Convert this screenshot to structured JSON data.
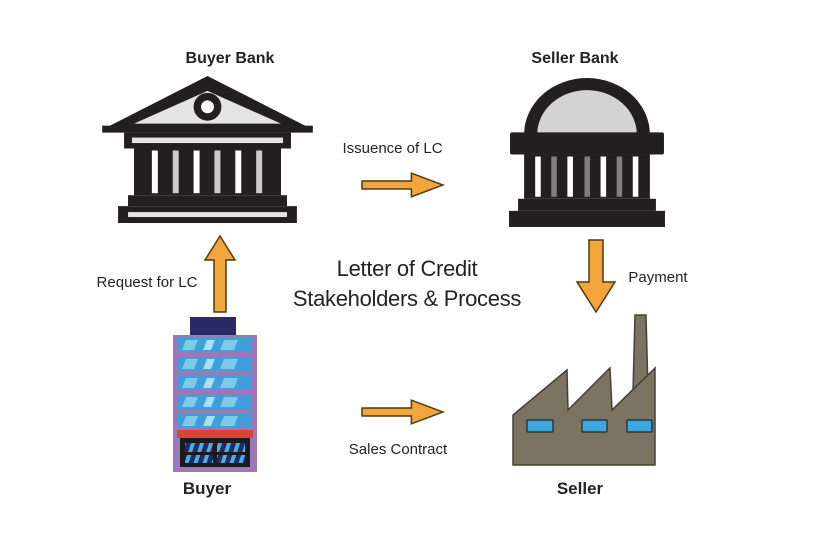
{
  "diagram": {
    "title": {
      "line1": "Letter of Credit",
      "line2": "Stakeholders & Process"
    },
    "nodes": {
      "buyer_bank": {
        "label": "Buyer Bank",
        "icon": "bank-pediment-icon"
      },
      "seller_bank": {
        "label": "Seller Bank",
        "icon": "bank-dome-icon"
      },
      "buyer": {
        "label": "Buyer",
        "icon": "office-building-icon"
      },
      "seller": {
        "label": "Seller",
        "icon": "factory-icon"
      }
    },
    "flows": {
      "issuance": {
        "label": "Issuence of LC",
        "from": "buyer_bank",
        "to": "seller_bank",
        "direction": "right"
      },
      "request": {
        "label": "Request for LC",
        "from": "buyer",
        "to": "buyer_bank",
        "direction": "up"
      },
      "payment": {
        "label": "Payment",
        "from": "seller_bank",
        "to": "seller",
        "direction": "down"
      },
      "sales_contract": {
        "label": "Sales Contract",
        "from": "buyer",
        "to": "seller",
        "direction": "right"
      }
    },
    "colors": {
      "canvas_bg": "#FFFFFF",
      "text": "#262223",
      "icon_black": "#231F20",
      "pediment_fill": "#E4E4E4",
      "dome_fill": "#D3D3D3",
      "slot_white": "#FFFFFF",
      "slot_light": "#CCCCCC",
      "slot_dark": "#7F7F7F",
      "arrow_fill": "#F2A53C",
      "arrow_stroke": "#4D3A10",
      "building_body": "#9B79B8",
      "building_roof": "#2B2A69",
      "window_band": "#3F9FD9",
      "window_pane": "#7ECBE9",
      "window_pane_light": "#A9DFF0",
      "storefront_red": "#D8443C",
      "storefront_frame": "#1C1A1B",
      "storefront_window": "#1E2B66",
      "storefront_streak": "#49AFDF",
      "factory_body": "#7C7363",
      "factory_stroke": "#454036",
      "factory_window": "#3BA7DC"
    }
  }
}
